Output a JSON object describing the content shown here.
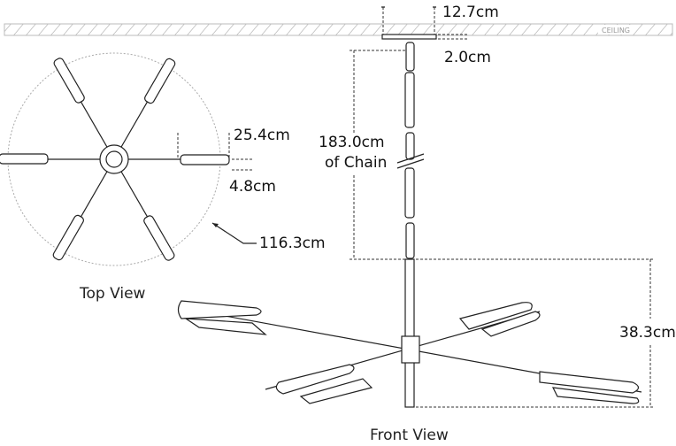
{
  "ceiling_label": "CEILING",
  "dimensions": {
    "canopy_width": "12.7cm",
    "canopy_depth": "2.0cm",
    "chain_length": "183.0cm",
    "chain_note": "of Chain",
    "arm_length": "25.4cm",
    "lamp_width": "4.8cm",
    "diameter": "116.3cm",
    "fixture_height": "38.3cm"
  },
  "views": {
    "top": "Top View",
    "front": "Front View"
  }
}
